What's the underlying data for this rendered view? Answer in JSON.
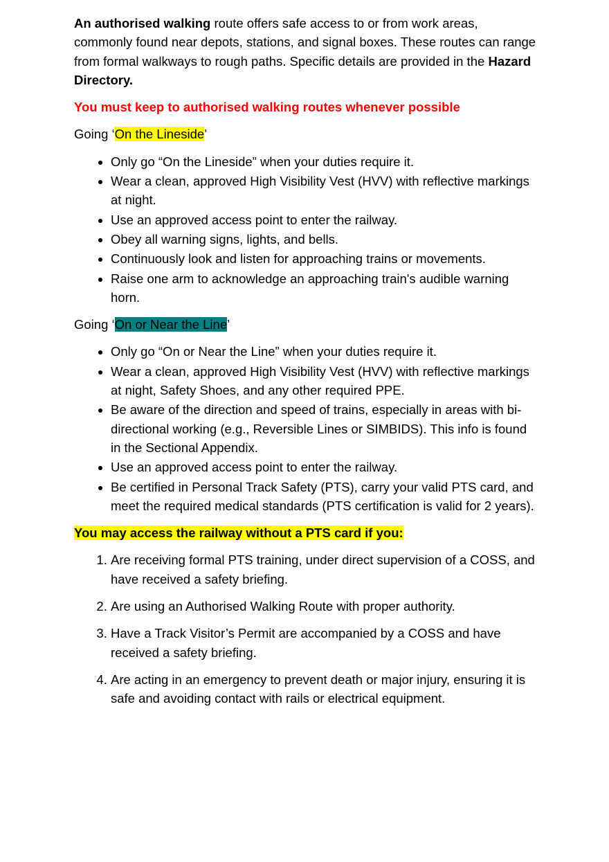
{
  "intro": {
    "bold1": "An authorised walking",
    "text1": " route offers safe access to or from work areas, commonly found near depots, stations, and signal boxes. These routes can range from formal walkways to rough paths. Specific details are provided in the ",
    "bold2": "Hazard Directory."
  },
  "warning": "You must keep to authorised walking routes whenever possible",
  "section1": {
    "prefix": "Going ‘",
    "highlight": "On the Lineside",
    "suffix": "’",
    "highlight_color": "#ffff00",
    "items": [
      "Only go “On the Lineside” when your duties require it.",
      "Wear a clean, approved High Visibility Vest (HVV) with reflective markings at night.",
      "Use an approved access point to enter the railway.",
      "Obey all warning signs, lights, and bells.",
      "Continuously look and listen for approaching trains or movements.",
      "Raise one arm to acknowledge an approaching train's audible warning horn."
    ]
  },
  "section2": {
    "prefix": "Going ‘",
    "highlight": "On or Near the Line",
    "suffix": "’",
    "highlight_color": "#008080",
    "items": [
      "Only go “On or Near the Line” when your duties require it.",
      "Wear a clean, approved High Visibility Vest (HVV) with reflective markings at night, Safety Shoes, and any other required PPE.",
      "Be aware of the direction and speed of trains, especially in areas with bi-directional working (e.g., Reversible Lines or SIMBIDS). This info is found in the Sectional Appendix.",
      "Use an approved access point to enter the railway.",
      "Be certified in Personal Track Safety (PTS), carry your valid PTS card, and meet the required medical standards (PTS certification is valid for 2 years)."
    ]
  },
  "section3": {
    "heading": "You may access the railway without a PTS card if you:",
    "items": [
      "Are receiving formal PTS training, under direct supervision of a COSS, and have received a safety briefing.",
      "Are using an Authorised Walking Route with proper authority.",
      "Have a Track Visitor’s Permit are accompanied by a COSS and have received a safety briefing.",
      "Are acting in an emergency to prevent death or major injury, ensuring it is safe and avoiding contact with rails or electrical equipment."
    ]
  }
}
